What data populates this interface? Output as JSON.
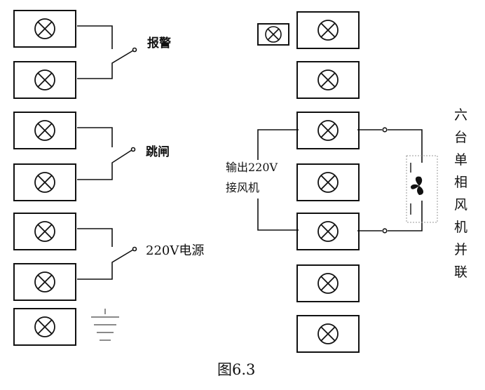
{
  "labels": {
    "alarm": "报警",
    "trip": "跳闸",
    "power": "220V电源",
    "output_line1": "输出220V",
    "output_line2": "接风机",
    "side_note": [
      "六",
      "台",
      "单",
      "相",
      "风",
      "机",
      "并",
      "联"
    ],
    "caption": "图6.3"
  },
  "icons": {
    "lamp": "lamp-cross-circle-icon",
    "fan": "fan-icon",
    "switch": "switch-contact-icon",
    "ground": "ground-icon"
  },
  "colors": {
    "line": "#111111",
    "fan_box": "#999999"
  }
}
